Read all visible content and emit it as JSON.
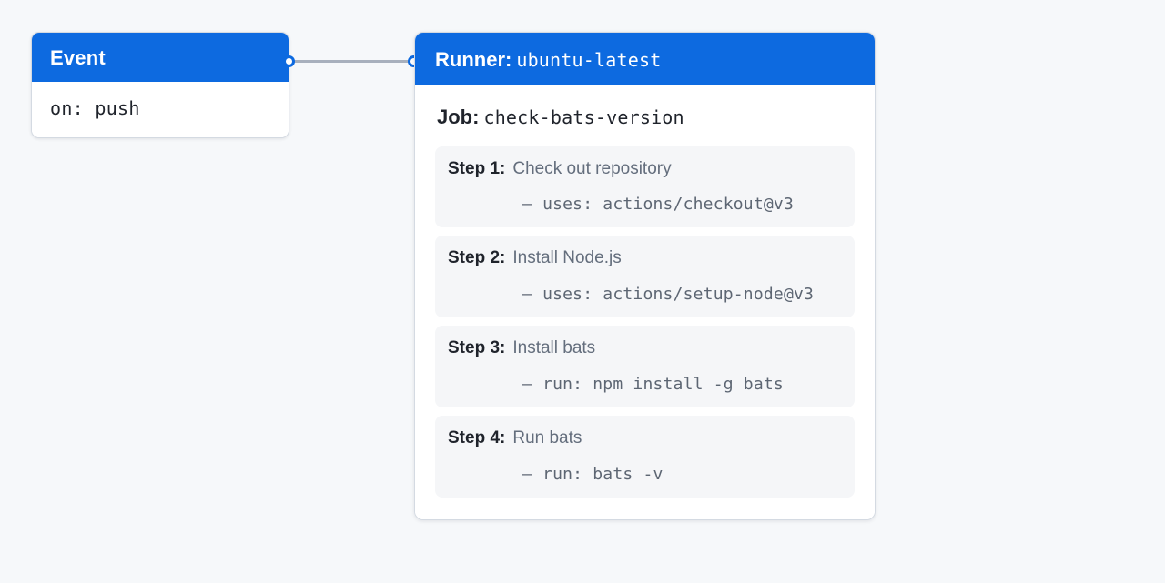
{
  "canvas": {
    "background_color": "#f6f8fa",
    "accent_color": "#0d6ae0",
    "connector_color": "#a8b0bd"
  },
  "event_node": {
    "header_title": "Event",
    "body_text": "on: push"
  },
  "connector": {
    "source_port_name": "event-output-port",
    "target_port_name": "runner-input-port"
  },
  "runner_node": {
    "header": {
      "label": "Runner:",
      "value": "ubuntu-latest"
    },
    "job": {
      "label": "Job:",
      "value": "check-bats-version"
    },
    "steps": [
      {
        "label": "Step 1:",
        "name": "Check out repository",
        "command": "— uses: actions/checkout@v3"
      },
      {
        "label": "Step 2:",
        "name": "Install Node.js",
        "command": "— uses: actions/setup-node@v3"
      },
      {
        "label": "Step 3:",
        "name": "Install bats",
        "command": "— run: npm install -g bats"
      },
      {
        "label": "Step 4:",
        "name": "Run bats",
        "command": "— run: bats -v"
      }
    ]
  }
}
